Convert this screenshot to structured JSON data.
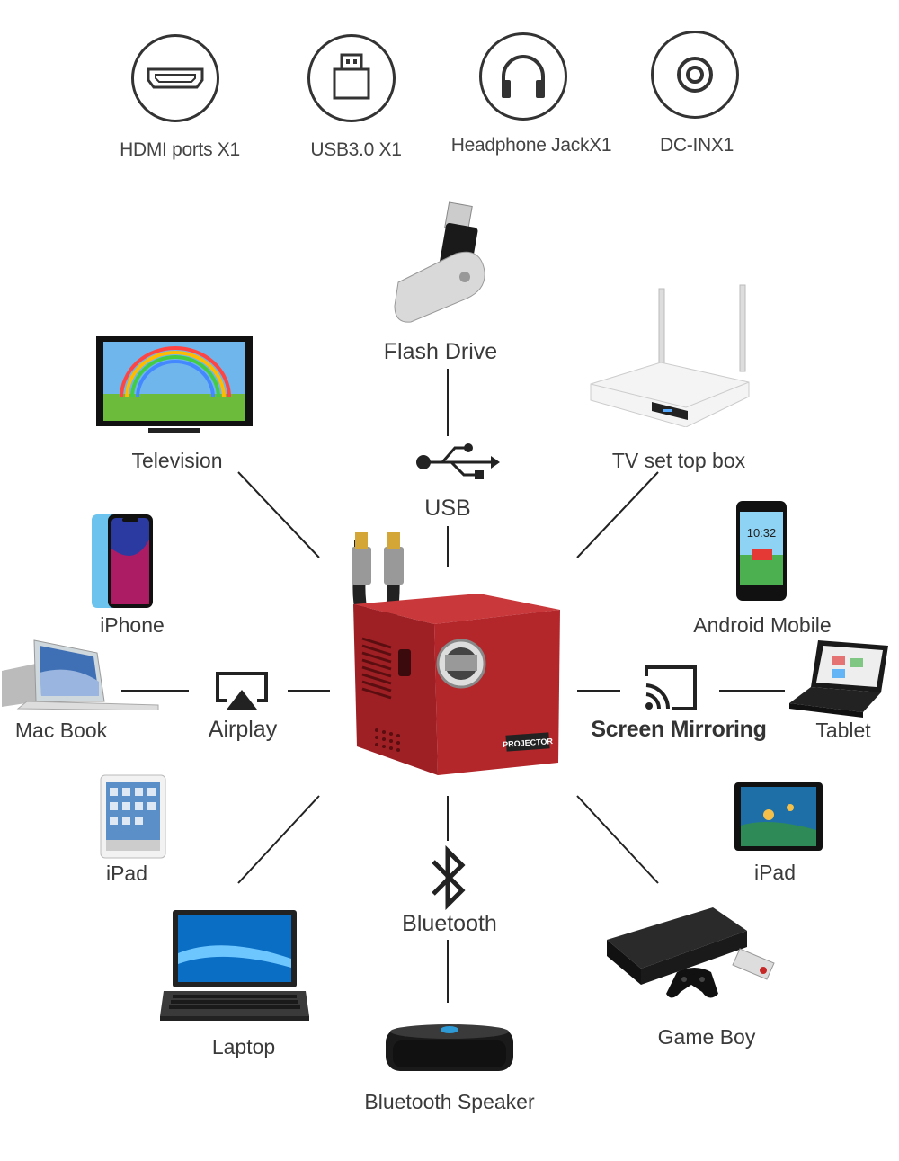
{
  "ports": [
    {
      "label": "HDMI ports X1",
      "icon": "hdmi-port-icon"
    },
    {
      "label": "USB3.0 X1",
      "icon": "usb-port-icon"
    },
    {
      "label": "Headphone JackX1",
      "icon": "headphone-icon"
    },
    {
      "label": "DC-INX1",
      "icon": "dc-in-icon"
    }
  ],
  "center": {
    "brand_label": "PROJECTOR",
    "body_color": "#b3262a"
  },
  "connections": {
    "usb": "USB",
    "airplay": "Airplay",
    "screen_mirroring": "Screen Mirroring",
    "bluetooth": "Bluetooth"
  },
  "devices": {
    "flash_drive": "Flash Drive",
    "television": "Television",
    "tv_box": "TV set top box",
    "iphone": "iPhone",
    "android": "Android Mobile",
    "macbook": "Mac Book",
    "tablet": "Tablet",
    "ipad_left": "iPad",
    "ipad_right": "iPad",
    "laptop": "Laptop",
    "game_boy": "Game Boy",
    "bt_speaker": "Bluetooth Speaker"
  },
  "phone_time": "10:32"
}
